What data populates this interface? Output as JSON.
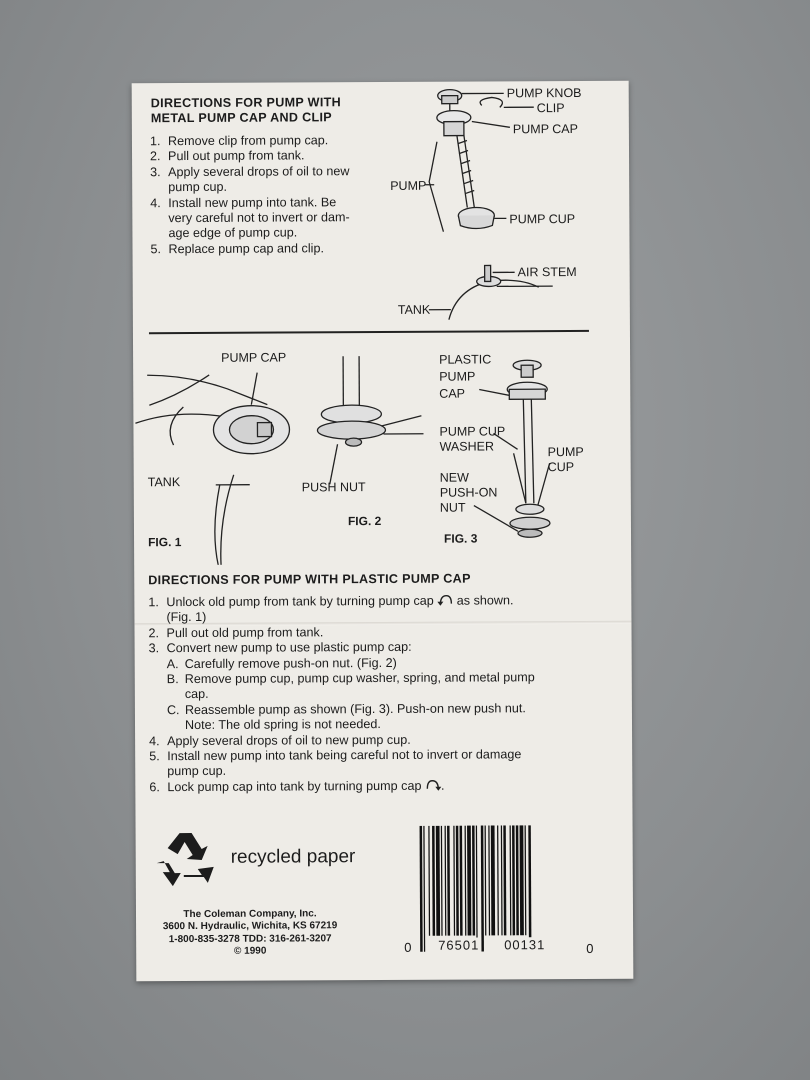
{
  "metal": {
    "title_l1": "DIRECTIONS FOR PUMP WITH",
    "title_l2": "METAL PUMP CAP AND CLIP",
    "steps": [
      {
        "n": "1.",
        "lines": [
          "Remove clip from pump cap."
        ]
      },
      {
        "n": "2.",
        "lines": [
          "Pull out pump from tank."
        ]
      },
      {
        "n": "3.",
        "lines": [
          "Apply several drops of oil to new",
          "pump cup."
        ]
      },
      {
        "n": "4.",
        "lines": [
          "Install new pump into tank. Be",
          "very careful not to invert or dam-",
          "age edge of pump cup."
        ]
      },
      {
        "n": "5.",
        "lines": [
          "Replace pump cap and clip."
        ]
      }
    ]
  },
  "diagram_top": {
    "pump_knob": "PUMP KNOB",
    "clip": "CLIP",
    "pump_cap": "PUMP CAP",
    "pump": "PUMP",
    "pump_cup": "PUMP CUP",
    "air_stem": "AIR STEM",
    "tank": "TANK"
  },
  "figures": {
    "fig1_pump_cap": "PUMP CAP",
    "fig1_tank": "TANK",
    "fig1_label": "FIG. 1",
    "fig2_push_nut": "PUSH NUT",
    "fig2_label": "FIG. 2",
    "fig3_plastic": "PLASTIC",
    "fig3_pump": "PUMP",
    "fig3_cap": "CAP",
    "fig3_pump_cup": "PUMP CUP",
    "fig3_washer": "WASHER",
    "fig3_pump2": "PUMP",
    "fig3_cup": "CUP",
    "fig3_new": "NEW",
    "fig3_push_on": "PUSH-ON",
    "fig3_nut": "NUT",
    "fig3_label": "FIG. 3"
  },
  "plastic": {
    "title": "DIRECTIONS FOR PUMP WITH PLASTIC PUMP CAP",
    "s1a": "Unlock old pump from tank by turning pump cap",
    "s1b": "as shown.",
    "s1c": "(Fig. 1)",
    "s2": "Pull out old pump from tank.",
    "s3": "Convert new pump to use plastic pump cap:",
    "s3a": "Carefully remove push-on nut. (Fig. 2)",
    "s3b1": "Remove pump cup, pump cup washer, spring, and metal pump",
    "s3b2": "cap.",
    "s3c1": "Reassemble pump as shown (Fig. 3). Push-on new push nut.",
    "s3c2": "Note: The old spring is not needed.",
    "s4": "Apply several drops of oil to new pump cup.",
    "s5a": "Install new pump into tank being careful not to invert or damage",
    "s5b": "pump cup.",
    "s6": "Lock pump cap into tank by turning pump cap",
    "n1": "1.",
    "n2": "2.",
    "n3": "3.",
    "n4": "4.",
    "n5": "5.",
    "n6": "6.",
    "la": "A.",
    "lb": "B.",
    "lc": "C."
  },
  "footer": {
    "recycled": "recycled paper",
    "company": "The Coleman Company, Inc.",
    "address": "3600 N. Hydraulic, Wichita, KS 67219",
    "phone": "1-800-835-3278  TDD: 316-261-3207",
    "copyright": "© 1990",
    "barcode_left": "0",
    "barcode_mid1": "76501",
    "barcode_mid2": "00131",
    "barcode_right": "0"
  },
  "icons": [
    "recycle-icon",
    "rotate-left-icon",
    "rotate-right-icon",
    "barcode"
  ]
}
